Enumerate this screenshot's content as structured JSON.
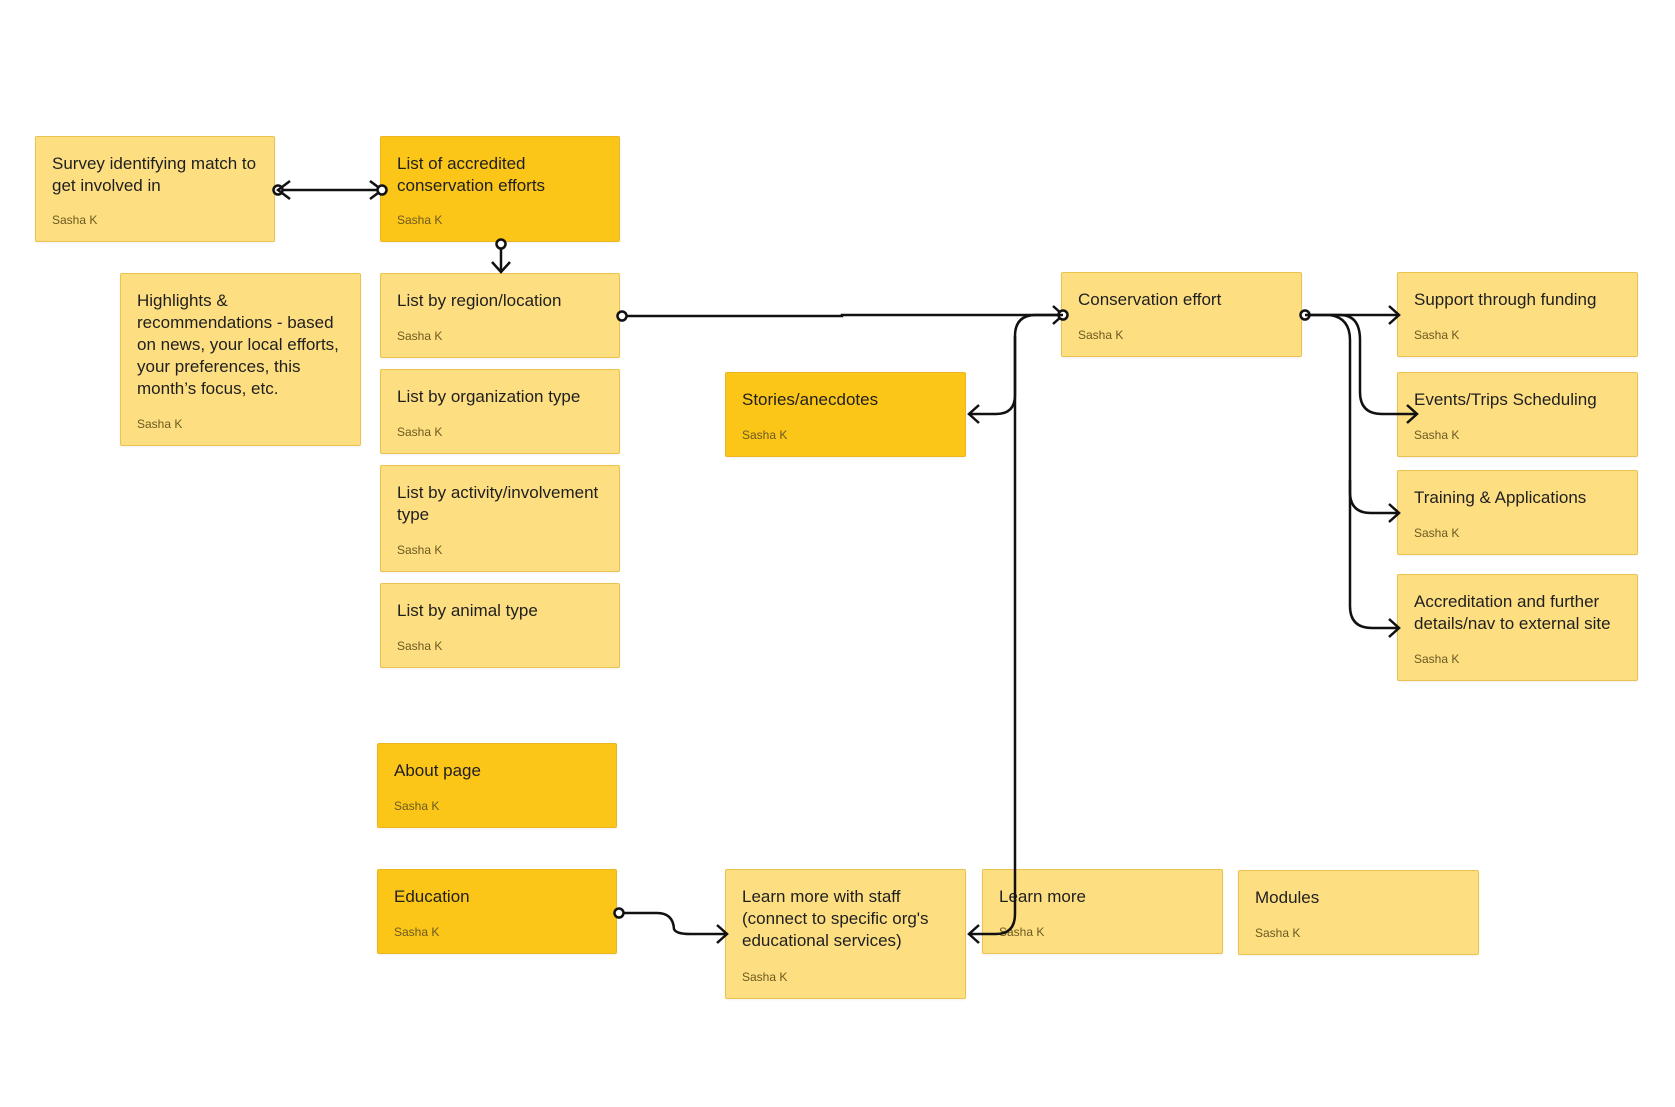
{
  "stickies": [
    {
      "id": "survey",
      "text": "Survey identifying match to get involved in",
      "author": "Sasha K",
      "color": "light"
    },
    {
      "id": "list-accredited",
      "text": "List of accredited conservation efforts",
      "author": "Sasha K",
      "color": "dark"
    },
    {
      "id": "highlights",
      "text": "Highlights & recommendations - based on news, your local efforts, your preferences, this month’s focus, etc.",
      "author": "Sasha K",
      "color": "light"
    },
    {
      "id": "list-region",
      "text": "List by region/location",
      "author": "Sasha K",
      "color": "light"
    },
    {
      "id": "list-org",
      "text": "List by organization type",
      "author": "Sasha K",
      "color": "light"
    },
    {
      "id": "list-activity",
      "text": "List by activity/involvement type",
      "author": "Sasha K",
      "color": "light"
    },
    {
      "id": "list-animal",
      "text": "List by animal type",
      "author": "Sasha K",
      "color": "light"
    },
    {
      "id": "stories",
      "text": "Stories/anecdotes",
      "author": "Sasha K",
      "color": "dark"
    },
    {
      "id": "conservation-effort",
      "text": "Conservation effort",
      "author": "Sasha K",
      "color": "light"
    },
    {
      "id": "support-funding",
      "text": "Support through funding",
      "author": "Sasha K",
      "color": "light"
    },
    {
      "id": "events-trips",
      "text": "Events/Trips Scheduling",
      "author": "Sasha K",
      "color": "light"
    },
    {
      "id": "training",
      "text": "Training & Applications",
      "author": "Sasha K",
      "color": "light"
    },
    {
      "id": "accreditation",
      "text": "Accreditation and further details/nav to external site",
      "author": "Sasha K",
      "color": "light"
    },
    {
      "id": "about",
      "text": "About page",
      "author": "Sasha K",
      "color": "dark"
    },
    {
      "id": "education",
      "text": "Education",
      "author": "Sasha K",
      "color": "dark"
    },
    {
      "id": "learn-staff",
      "text": "Learn more with staff (connect to specific org's educational services)",
      "author": "Sasha K",
      "color": "light"
    },
    {
      "id": "learn-more",
      "text": "Learn more",
      "author": "Sasha K",
      "color": "light"
    },
    {
      "id": "modules",
      "text": "Modules",
      "author": "Sasha K",
      "color": "light"
    }
  ],
  "colors": {
    "light": "#fddf82",
    "dark": "#fcc619",
    "connector": "#111111"
  }
}
